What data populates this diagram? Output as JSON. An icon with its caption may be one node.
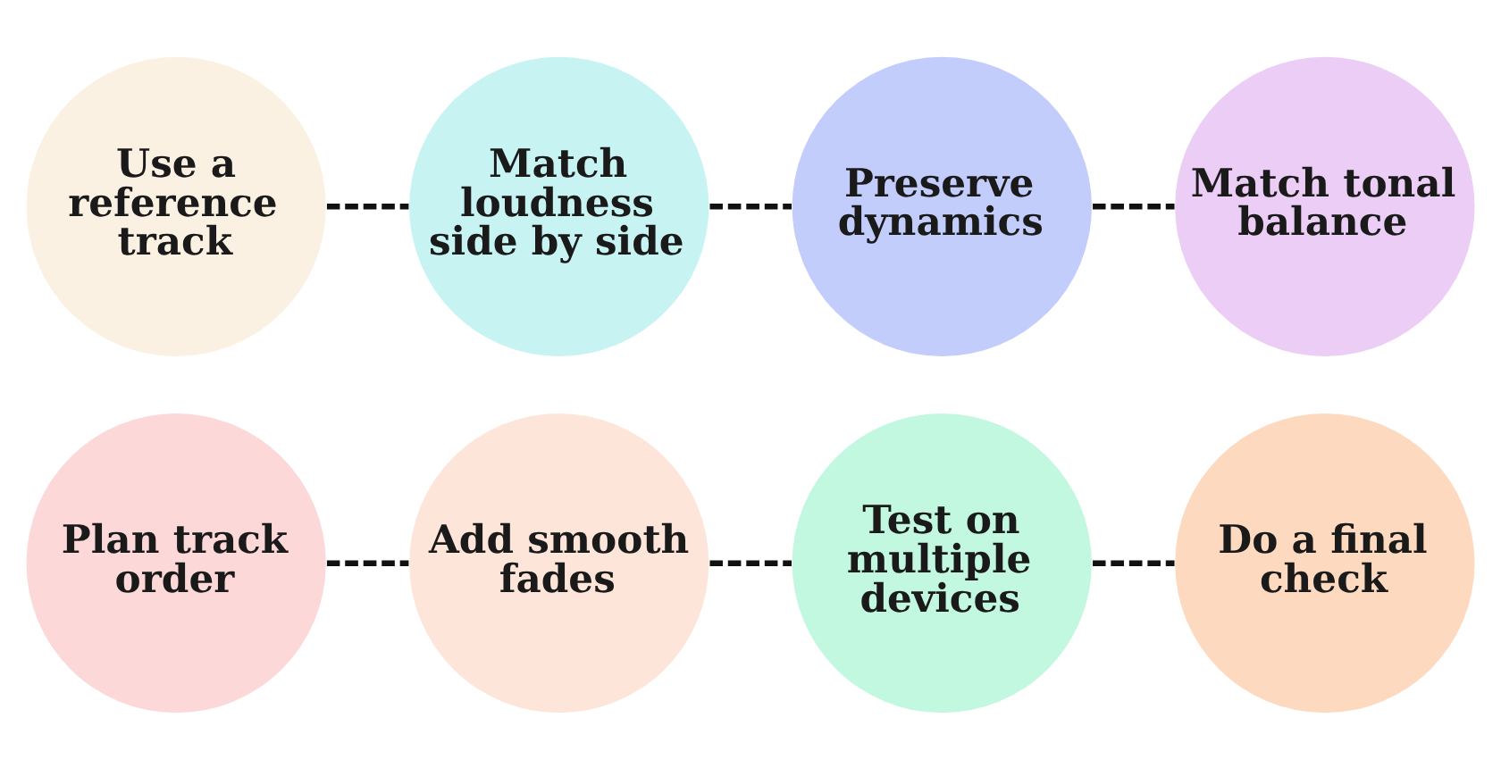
{
  "diagram": {
    "nodes": [
      {
        "text": [
          "Use a reference track"
        ]
      },
      {
        "text": [
          "Match loudness side by side"
        ]
      },
      {
        "text": [
          "Preserve dynamics"
        ]
      },
      {
        "text": [
          "Match tonal balance"
        ]
      },
      {
        "text": [
          "Plan track order"
        ]
      },
      {
        "text": [
          "Add smooth fades"
        ]
      },
      {
        "text": [
          "Test on multiple devices"
        ]
      },
      {
        "text": [
          "Do a final check"
        ]
      }
    ],
    "edges": [
      {
        "from": 0,
        "to": 1,
        "arrow": "none",
        "style": "dashed"
      },
      {
        "from": 1,
        "to": 2,
        "arrow": "none",
        "style": "dashed"
      },
      {
        "from": 2,
        "to": 3,
        "arrow": "none",
        "style": "dashed"
      },
      {
        "from": 4,
        "to": 5,
        "arrow": "none",
        "style": "dashed"
      },
      {
        "from": 5,
        "to": 6,
        "arrow": "none",
        "style": "dashed"
      },
      {
        "from": 6,
        "to": 7,
        "arrow": "none",
        "style": "dashed"
      }
    ]
  }
}
